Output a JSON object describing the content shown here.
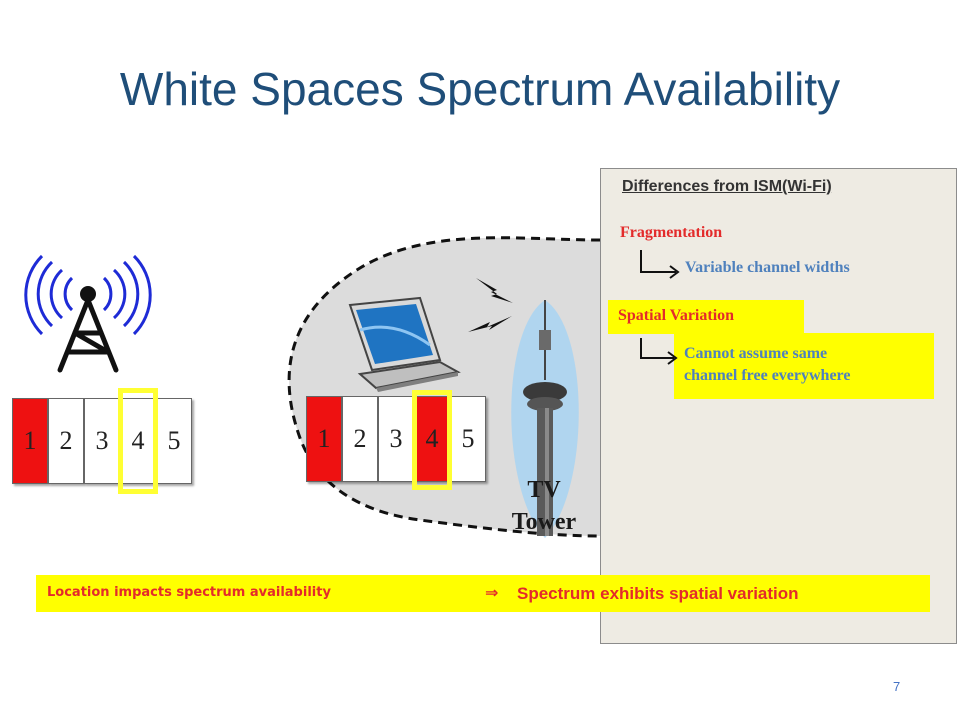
{
  "slide": {
    "title": "White Spaces Spectrum Availability",
    "page_number": "7"
  },
  "panel": {
    "heading": "Differences from ISM(Wi-Fi)",
    "fragmentation": "Fragmentation",
    "variable_widths": "Variable channel widths",
    "spatial_variation": "Spatial Variation",
    "cannot_assume_line1": "Cannot assume same",
    "cannot_assume_line2": "channel  free everywhere"
  },
  "bottom": {
    "left_text": "Location impacts spectrum availability",
    "arrow": "⇒",
    "right_text": "Spectrum exhibits spatial variation"
  },
  "tower": {
    "label_line1": "TV",
    "label_line2": "Tower"
  },
  "channels_left": [
    {
      "label": "1",
      "occupied": true
    },
    {
      "label": "2",
      "occupied": false
    },
    {
      "label": "3",
      "occupied": false
    },
    {
      "label": "4",
      "occupied": false,
      "highlighted": true
    },
    {
      "label": "5",
      "occupied": false
    }
  ],
  "channels_right": [
    {
      "label": "1",
      "occupied": true
    },
    {
      "label": "2",
      "occupied": false
    },
    {
      "label": "3",
      "occupied": false
    },
    {
      "label": "4",
      "occupied": true,
      "highlighted": true
    },
    {
      "label": "5",
      "occupied": false
    }
  ],
  "colors": {
    "title": "#1f4e79",
    "occupied": "#ee1111",
    "highlight": "#ffff00",
    "panel_bg": "#eeebe3",
    "accent_red": "#e32b2b",
    "accent_blue": "#4f81bd"
  },
  "icons": [
    "antenna-tower-icon",
    "laptop-icon",
    "tv-tower-icon",
    "lightning-icon",
    "elbow-arrow-icon"
  ]
}
